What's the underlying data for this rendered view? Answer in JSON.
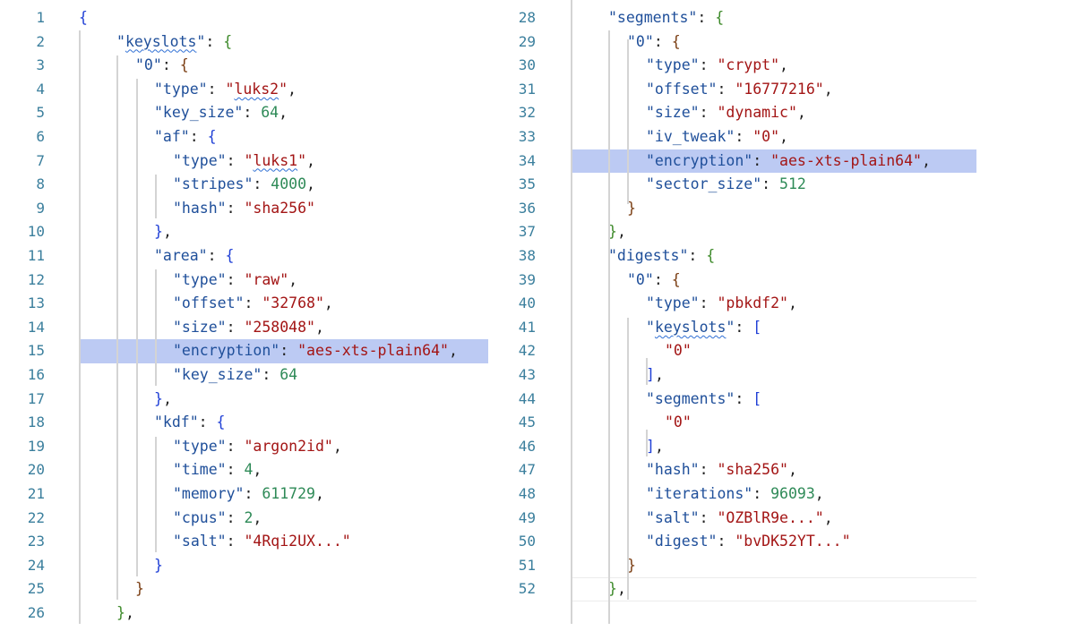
{
  "editor": {
    "highlight_color": "#bccaf3",
    "colors": {
      "key": "#1f4f9a",
      "string": "#a31515",
      "number": "#2e8a57",
      "line_number": "#3b7f9d"
    },
    "left_pane": {
      "lines": [
        {
          "num": "1",
          "indent": 0,
          "tokens": [
            {
              "t": "{",
              "c": "b1"
            }
          ]
        },
        {
          "num": "2",
          "indent": 2,
          "tokens": [
            {
              "t": "\"",
              "c": "k"
            },
            {
              "t": "keyslots",
              "c": "k sq"
            },
            {
              "t": "\"",
              "c": "k"
            },
            {
              "t": ": ",
              "c": "p"
            },
            {
              "t": "{",
              "c": "b2"
            }
          ]
        },
        {
          "num": "3",
          "indent": 3,
          "tokens": [
            {
              "t": "\"0\"",
              "c": "k"
            },
            {
              "t": ": ",
              "c": "p"
            },
            {
              "t": "{",
              "c": "b3"
            }
          ]
        },
        {
          "num": "4",
          "indent": 4,
          "tokens": [
            {
              "t": "\"type\"",
              "c": "k"
            },
            {
              "t": ": ",
              "c": "p"
            },
            {
              "t": "\"",
              "c": "s"
            },
            {
              "t": "luks2",
              "c": "s sq"
            },
            {
              "t": "\"",
              "c": "s"
            },
            {
              "t": ",",
              "c": "p"
            }
          ]
        },
        {
          "num": "5",
          "indent": 4,
          "tokens": [
            {
              "t": "\"key_size\"",
              "c": "k"
            },
            {
              "t": ": ",
              "c": "p"
            },
            {
              "t": "64",
              "c": "n"
            },
            {
              "t": ",",
              "c": "p"
            }
          ]
        },
        {
          "num": "6",
          "indent": 4,
          "tokens": [
            {
              "t": "\"af\"",
              "c": "k"
            },
            {
              "t": ": ",
              "c": "p"
            },
            {
              "t": "{",
              "c": "b1"
            }
          ]
        },
        {
          "num": "7",
          "indent": 5,
          "tokens": [
            {
              "t": "\"type\"",
              "c": "k"
            },
            {
              "t": ": ",
              "c": "p"
            },
            {
              "t": "\"",
              "c": "s"
            },
            {
              "t": "luks1",
              "c": "s sq"
            },
            {
              "t": "\"",
              "c": "s"
            },
            {
              "t": ",",
              "c": "p"
            }
          ]
        },
        {
          "num": "8",
          "indent": 5,
          "tokens": [
            {
              "t": "\"stripes\"",
              "c": "k"
            },
            {
              "t": ": ",
              "c": "p"
            },
            {
              "t": "4000",
              "c": "n"
            },
            {
              "t": ",",
              "c": "p"
            }
          ]
        },
        {
          "num": "9",
          "indent": 5,
          "tokens": [
            {
              "t": "\"hash\"",
              "c": "k"
            },
            {
              "t": ": ",
              "c": "p"
            },
            {
              "t": "\"sha256\"",
              "c": "s"
            }
          ]
        },
        {
          "num": "10",
          "indent": 4,
          "tokens": [
            {
              "t": "}",
              "c": "b1"
            },
            {
              "t": ",",
              "c": "p"
            }
          ]
        },
        {
          "num": "11",
          "indent": 4,
          "tokens": [
            {
              "t": "\"area\"",
              "c": "k"
            },
            {
              "t": ": ",
              "c": "p"
            },
            {
              "t": "{",
              "c": "b1"
            }
          ]
        },
        {
          "num": "12",
          "indent": 5,
          "tokens": [
            {
              "t": "\"type\"",
              "c": "k"
            },
            {
              "t": ": ",
              "c": "p"
            },
            {
              "t": "\"raw\"",
              "c": "s"
            },
            {
              "t": ",",
              "c": "p"
            }
          ]
        },
        {
          "num": "13",
          "indent": 5,
          "tokens": [
            {
              "t": "\"offset\"",
              "c": "k"
            },
            {
              "t": ": ",
              "c": "p"
            },
            {
              "t": "\"32768\"",
              "c": "s"
            },
            {
              "t": ",",
              "c": "p"
            }
          ]
        },
        {
          "num": "14",
          "indent": 5,
          "tokens": [
            {
              "t": "\"size\"",
              "c": "k"
            },
            {
              "t": ": ",
              "c": "p"
            },
            {
              "t": "\"258048\"",
              "c": "s"
            },
            {
              "t": ",",
              "c": "p"
            }
          ]
        },
        {
          "num": "15",
          "indent": 5,
          "highlight": true,
          "tokens": [
            {
              "t": "\"encryption\"",
              "c": "k"
            },
            {
              "t": ": ",
              "c": "p"
            },
            {
              "t": "\"aes-xts-plain64\"",
              "c": "s"
            },
            {
              "t": ",",
              "c": "p"
            }
          ]
        },
        {
          "num": "16",
          "indent": 5,
          "tokens": [
            {
              "t": "\"key_size\"",
              "c": "k"
            },
            {
              "t": ": ",
              "c": "p"
            },
            {
              "t": "64",
              "c": "n"
            }
          ]
        },
        {
          "num": "17",
          "indent": 4,
          "tokens": [
            {
              "t": "}",
              "c": "b1"
            },
            {
              "t": ",",
              "c": "p"
            }
          ]
        },
        {
          "num": "18",
          "indent": 4,
          "tokens": [
            {
              "t": "\"kdf\"",
              "c": "k"
            },
            {
              "t": ": ",
              "c": "p"
            },
            {
              "t": "{",
              "c": "b1"
            }
          ]
        },
        {
          "num": "19",
          "indent": 5,
          "tokens": [
            {
              "t": "\"type\"",
              "c": "k"
            },
            {
              "t": ": ",
              "c": "p"
            },
            {
              "t": "\"argon2id\"",
              "c": "s"
            },
            {
              "t": ",",
              "c": "p"
            }
          ]
        },
        {
          "num": "20",
          "indent": 5,
          "tokens": [
            {
              "t": "\"time\"",
              "c": "k"
            },
            {
              "t": ": ",
              "c": "p"
            },
            {
              "t": "4",
              "c": "n"
            },
            {
              "t": ",",
              "c": "p"
            }
          ]
        },
        {
          "num": "21",
          "indent": 5,
          "tokens": [
            {
              "t": "\"memory\"",
              "c": "k"
            },
            {
              "t": ": ",
              "c": "p"
            },
            {
              "t": "611729",
              "c": "n"
            },
            {
              "t": ",",
              "c": "p"
            }
          ]
        },
        {
          "num": "22",
          "indent": 5,
          "tokens": [
            {
              "t": "\"cpus\"",
              "c": "k"
            },
            {
              "t": ": ",
              "c": "p"
            },
            {
              "t": "2",
              "c": "n"
            },
            {
              "t": ",",
              "c": "p"
            }
          ]
        },
        {
          "num": "23",
          "indent": 5,
          "tokens": [
            {
              "t": "\"salt\"",
              "c": "k"
            },
            {
              "t": ": ",
              "c": "p"
            },
            {
              "t": "\"4Rqi2UX...\"",
              "c": "s"
            }
          ]
        },
        {
          "num": "24",
          "indent": 4,
          "tokens": [
            {
              "t": "}",
              "c": "b1"
            }
          ]
        },
        {
          "num": "25",
          "indent": 3,
          "tokens": [
            {
              "t": "}",
              "c": "b3"
            }
          ]
        },
        {
          "num": "26",
          "indent": 2,
          "tokens": [
            {
              "t": "}",
              "c": "b2"
            },
            {
              "t": ",",
              "c": "p"
            }
          ]
        }
      ]
    },
    "right_pane": {
      "lines": [
        {
          "num": "28",
          "indent": 2,
          "tokens": [
            {
              "t": "\"segments\"",
              "c": "k"
            },
            {
              "t": ": ",
              "c": "p"
            },
            {
              "t": "{",
              "c": "b2"
            }
          ]
        },
        {
          "num": "29",
          "indent": 3,
          "tokens": [
            {
              "t": "\"0\"",
              "c": "k"
            },
            {
              "t": ": ",
              "c": "p"
            },
            {
              "t": "{",
              "c": "b3"
            }
          ]
        },
        {
          "num": "30",
          "indent": 4,
          "tokens": [
            {
              "t": "\"type\"",
              "c": "k"
            },
            {
              "t": ": ",
              "c": "p"
            },
            {
              "t": "\"crypt\"",
              "c": "s"
            },
            {
              "t": ",",
              "c": "p"
            }
          ]
        },
        {
          "num": "31",
          "indent": 4,
          "tokens": [
            {
              "t": "\"offset\"",
              "c": "k"
            },
            {
              "t": ": ",
              "c": "p"
            },
            {
              "t": "\"16777216\"",
              "c": "s"
            },
            {
              "t": ",",
              "c": "p"
            }
          ]
        },
        {
          "num": "32",
          "indent": 4,
          "tokens": [
            {
              "t": "\"size\"",
              "c": "k"
            },
            {
              "t": ": ",
              "c": "p"
            },
            {
              "t": "\"dynamic\"",
              "c": "s"
            },
            {
              "t": ",",
              "c": "p"
            }
          ]
        },
        {
          "num": "33",
          "indent": 4,
          "tokens": [
            {
              "t": "\"iv_tweak\"",
              "c": "k"
            },
            {
              "t": ": ",
              "c": "p"
            },
            {
              "t": "\"0\"",
              "c": "s"
            },
            {
              "t": ",",
              "c": "p"
            }
          ]
        },
        {
          "num": "34",
          "indent": 4,
          "highlight": true,
          "tokens": [
            {
              "t": "\"encryption\"",
              "c": "k"
            },
            {
              "t": ": ",
              "c": "p"
            },
            {
              "t": "\"aes-xts-plain64\"",
              "c": "s"
            },
            {
              "t": ",",
              "c": "p"
            }
          ]
        },
        {
          "num": "35",
          "indent": 4,
          "tokens": [
            {
              "t": "\"sector_size\"",
              "c": "k"
            },
            {
              "t": ": ",
              "c": "p"
            },
            {
              "t": "512",
              "c": "n"
            }
          ]
        },
        {
          "num": "36",
          "indent": 3,
          "tokens": [
            {
              "t": "}",
              "c": "b3"
            }
          ]
        },
        {
          "num": "37",
          "indent": 2,
          "tokens": [
            {
              "t": "}",
              "c": "b2"
            },
            {
              "t": ",",
              "c": "p"
            }
          ]
        },
        {
          "num": "38",
          "indent": 2,
          "tokens": [
            {
              "t": "\"digests\"",
              "c": "k"
            },
            {
              "t": ": ",
              "c": "p"
            },
            {
              "t": "{",
              "c": "b2"
            }
          ]
        },
        {
          "num": "39",
          "indent": 3,
          "tokens": [
            {
              "t": "\"0\"",
              "c": "k"
            },
            {
              "t": ": ",
              "c": "p"
            },
            {
              "t": "{",
              "c": "b3"
            }
          ]
        },
        {
          "num": "40",
          "indent": 4,
          "tokens": [
            {
              "t": "\"type\"",
              "c": "k"
            },
            {
              "t": ": ",
              "c": "p"
            },
            {
              "t": "\"pbkdf2\"",
              "c": "s"
            },
            {
              "t": ",",
              "c": "p"
            }
          ]
        },
        {
          "num": "41",
          "indent": 4,
          "tokens": [
            {
              "t": "\"",
              "c": "k"
            },
            {
              "t": "keyslots",
              "c": "k sq"
            },
            {
              "t": "\"",
              "c": "k"
            },
            {
              "t": ": ",
              "c": "p"
            },
            {
              "t": "[",
              "c": "b1"
            }
          ]
        },
        {
          "num": "42",
          "indent": 5,
          "tokens": [
            {
              "t": "\"0\"",
              "c": "s"
            }
          ]
        },
        {
          "num": "43",
          "indent": 4,
          "tokens": [
            {
              "t": "]",
              "c": "b1"
            },
            {
              "t": ",",
              "c": "p"
            }
          ]
        },
        {
          "num": "44",
          "indent": 4,
          "tokens": [
            {
              "t": "\"segments\"",
              "c": "k"
            },
            {
              "t": ": ",
              "c": "p"
            },
            {
              "t": "[",
              "c": "b1"
            }
          ]
        },
        {
          "num": "45",
          "indent": 5,
          "tokens": [
            {
              "t": "\"0\"",
              "c": "s"
            }
          ]
        },
        {
          "num": "46",
          "indent": 4,
          "tokens": [
            {
              "t": "]",
              "c": "b1"
            },
            {
              "t": ",",
              "c": "p"
            }
          ]
        },
        {
          "num": "47",
          "indent": 4,
          "tokens": [
            {
              "t": "\"hash\"",
              "c": "k"
            },
            {
              "t": ": ",
              "c": "p"
            },
            {
              "t": "\"sha256\"",
              "c": "s"
            },
            {
              "t": ",",
              "c": "p"
            }
          ]
        },
        {
          "num": "48",
          "indent": 4,
          "tokens": [
            {
              "t": "\"iterations\"",
              "c": "k"
            },
            {
              "t": ": ",
              "c": "p"
            },
            {
              "t": "96093",
              "c": "n"
            },
            {
              "t": ",",
              "c": "p"
            }
          ]
        },
        {
          "num": "49",
          "indent": 4,
          "tokens": [
            {
              "t": "\"salt\"",
              "c": "k"
            },
            {
              "t": ": ",
              "c": "p"
            },
            {
              "t": "\"OZBlR9e...\"",
              "c": "s"
            },
            {
              "t": ",",
              "c": "p"
            }
          ]
        },
        {
          "num": "50",
          "indent": 4,
          "tokens": [
            {
              "t": "\"digest\"",
              "c": "k"
            },
            {
              "t": ": ",
              "c": "p"
            },
            {
              "t": "\"bvDK52YT...\"",
              "c": "s"
            }
          ]
        },
        {
          "num": "51",
          "indent": 3,
          "tokens": [
            {
              "t": "}",
              "c": "b3"
            }
          ]
        },
        {
          "num": "52",
          "indent": 2,
          "current": true,
          "tokens": [
            {
              "t": "}",
              "c": "b2"
            },
            {
              "t": ",",
              "c": "p"
            }
          ]
        }
      ]
    }
  }
}
